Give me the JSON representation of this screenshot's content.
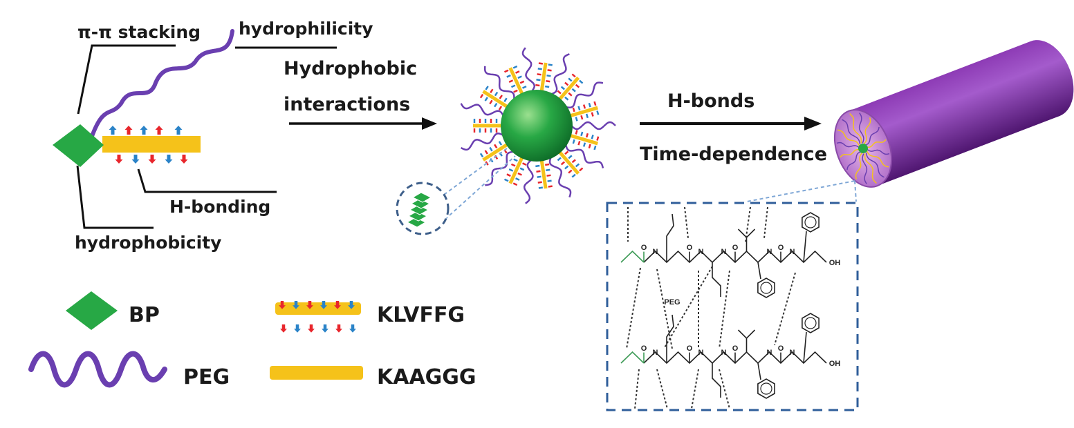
{
  "labels": {
    "pi_stacking": "π-π stacking",
    "hydrophilicity": "hydrophilicity",
    "hydrophobic_1": "Hydrophobic",
    "hydrophobic_2": "interactions",
    "h_bonding": "H-bonding",
    "hydrophobicity": "hydrophobicity",
    "h_bonds": "H-bonds",
    "time_dependence": "Time-dependence"
  },
  "legend": {
    "bp": "BP",
    "klvffg": "KLVFFG",
    "peg": "PEG",
    "kaaggg": "KAAGGG"
  },
  "structure": {
    "peg_label": "PEG",
    "acid_label": "OH",
    "oxygen": "O",
    "nitrogen": "N",
    "hydrogen": "H"
  },
  "colors": {
    "bp_green": "#27a845",
    "peg_purple": "#6a3fb0",
    "peptide_yellow": "#f5c21a",
    "arrow_red": "#e8262c",
    "arrow_blue": "#2a83c8",
    "box_blue": "#2f5e9a",
    "cylinder_purple": "#7a2a9e"
  }
}
